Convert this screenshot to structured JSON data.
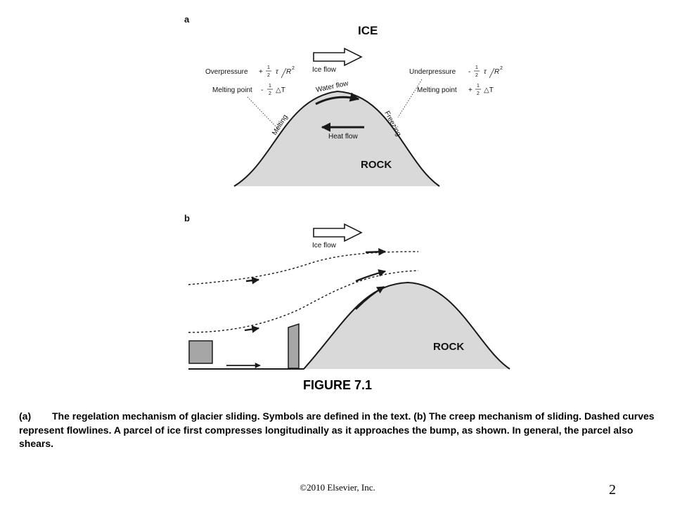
{
  "figure": {
    "panel_a": {
      "label": "a",
      "ice_label": "ICE",
      "rock_label": "ROCK",
      "ice_flow_label": "Ice flow",
      "water_flow_label": "Water flow",
      "heat_flow_label": "Heat flow",
      "melting_label": "Melting",
      "freezing_label": "Freezing",
      "left_overpressure": "Overpressure",
      "left_overpressure_sign": "+",
      "left_melting_point": "Melting point",
      "left_melting_point_sign": "-",
      "right_underpressure": "Underpressure",
      "right_underpressure_sign": "-",
      "right_melting_point": "Melting point",
      "right_melting_point_sign": "+",
      "frac_num": "1",
      "frac_den": "2",
      "tau": "τ",
      "r_squared": "R",
      "r_exponent": "2",
      "delta_t": "△T"
    },
    "panel_b": {
      "label": "b",
      "ice_flow_label": "Ice flow",
      "rock_label": "ROCK"
    },
    "colors": {
      "rock_fill": "#d9d9d9",
      "block_fill": "#a6a6a6",
      "line": "#1a1a1a"
    }
  },
  "figure_title": "FIGURE 7.1",
  "caption": {
    "tag": "(a)",
    "text": "The regelation mechanism of glacier sliding. Symbols are defined in the text. (b) The creep mechanism of sliding. Dashed curves represent flowlines. A parcel of ice first compresses longitudinally as it approaches the bump, as shown. In general, the parcel also shears."
  },
  "footer": {
    "copyright": "©2010 Elsevier, Inc.",
    "page_number": "2"
  }
}
